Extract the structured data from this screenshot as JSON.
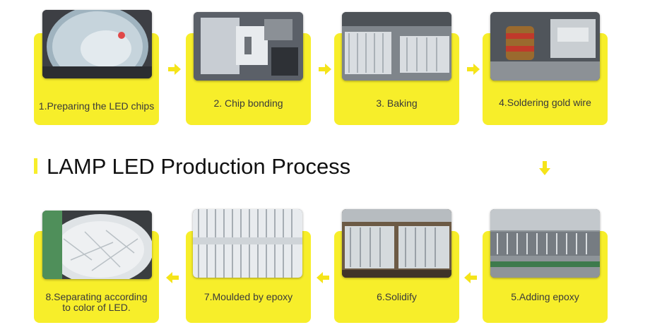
{
  "title": "LAMP LED Production Process",
  "colors": {
    "accent": "#f7ee2a",
    "arrow": "#f5e419",
    "text": "#3a3a3a"
  },
  "steps": [
    {
      "label": "1.Preparing the LED chips"
    },
    {
      "label": "2. Chip bonding"
    },
    {
      "label": "3. Baking"
    },
    {
      "label": "4.Soldering gold wire"
    },
    {
      "label": "5.Adding epoxy"
    },
    {
      "label": "6.Solidify"
    },
    {
      "label": "7.Moulded by epoxy"
    },
    {
      "label_line1": "8.Separating according",
      "label_line2": "to color of LED."
    }
  ],
  "arrows": [
    "right-arrow-icon",
    "down-arrow-icon",
    "left-arrow-icon"
  ]
}
